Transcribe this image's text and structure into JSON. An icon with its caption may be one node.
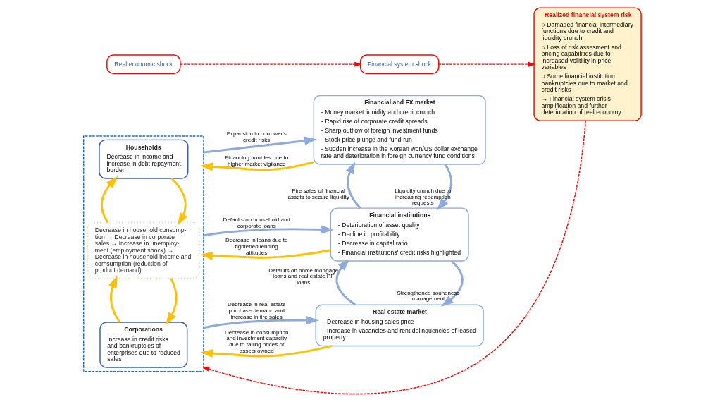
{
  "diagram": {
    "nodes": [
      {
        "text": [
          "Real economic shock"
        ]
      },
      {
        "text": [
          "Financial system shock"
        ]
      },
      {
        "text": [],
        "shape": "box"
      },
      {
        "text": [
          "Households",
          "Decrease in income and increase in debt repayment burden"
        ],
        "in": 2
      },
      {
        "text": [
          "Decrease in household consump- tion → Decrease in corporate sales → Increase in unemploy- ment (employment shock) → Decrease in household income and comsumption (reduction of product demand)"
        ],
        "in": 2
      },
      {
        "text": [
          "Corporations",
          "Increase in credit risks and bankruptcies of enterprises due to reduced sales"
        ],
        "in": 2
      },
      {
        "text": [
          "Financial and FX market",
          "- Money market liquidity and credit crunch",
          "- Rapid rise of corporate credit spreads",
          "- Sharp outflow of foreign investment funds",
          "- Stock price plunge and fund-run",
          "- Sudden increase in the Korean won/US dollar exchange rate and deterioration in foreign currency fund conditions"
        ]
      },
      {
        "text": [
          "Financial institutions",
          "- Deterioration of asset quality",
          "- Decline in profitability",
          "- Decrease in capital ratio",
          "- Financial institutions' credit risks highlighted"
        ]
      },
      {
        "text": [
          "Real estate market",
          "- Decrease in housing sales price",
          "- Increase in vacancies and rent delinquencies of leased property"
        ]
      },
      {
        "text": [
          "Realized financial system risk",
          "○ Damaged financial intermediary functions due to credit and liquidity crunch",
          "○ Loss of risk assesment and pricing capabilities due to increased volitility in price variables",
          "○ Some financial institution bankruptcies due to market and credit risks",
          "→ Financial system crisis amplification and further deterioration of real economy"
        ]
      }
    ],
    "edges": [
      {
        "from": 0,
        "to": 1,
        "arrow": "to",
        "style": "dashed",
        "color": "#ff0000"
      },
      {
        "from": 1,
        "to": 9,
        "arrow": "to",
        "style": "dashed",
        "color": "#ff0000"
      },
      {
        "from": 9,
        "to": 2,
        "arrow": "to",
        "style": "dashed",
        "color": "#ff0000"
      },
      {
        "from": 3,
        "to": 4,
        "arrow": "to",
        "color": "#ffc000"
      },
      {
        "from": 4,
        "to": 3,
        "arrow": "to",
        "color": "#ffc000"
      },
      {
        "from": 4,
        "to": 5,
        "arrow": "to",
        "color": "#ffc000"
      },
      {
        "from": 5,
        "to": 4,
        "arrow": "to",
        "color": "#ffc000"
      },
      {
        "from": 2,
        "to": 6,
        "arrow": "to",
        "color": "#8faadc",
        "label": "Expansion in borrower's credit risks"
      },
      {
        "from": 6,
        "to": 2,
        "arrow": "to",
        "color": "#ffc000",
        "label": "Financing troubles due to higher market vigilance"
      },
      {
        "from": 2,
        "to": 7,
        "arrow": "to",
        "color": "#8faadc",
        "label": "Defaults on household and corporate loans"
      },
      {
        "from": 7,
        "to": 2,
        "arrow": "to",
        "color": "#ffc000",
        "label": "Decrease in loans due to tightened lending attitudes"
      },
      {
        "from": 2,
        "to": 8,
        "arrow": "to",
        "color": "#8faadc",
        "label": "Decrease in real estate purchase demand and increase in fire sales"
      },
      {
        "from": 8,
        "to": 2,
        "arrow": "to",
        "color": "#ffc000",
        "label": "Decrease in consumption and investment capacity due to falling prices of assets owned"
      },
      {
        "from": 6,
        "to": 7,
        "arrow": "to",
        "color": "#8faadc",
        "label": "Liquidity crunch due to increasing redemption requests"
      },
      {
        "from": 7,
        "to": 6,
        "arrow": "to",
        "color": "#8faadc",
        "label": "Fire sales of financial assets to secure liquidity"
      },
      {
        "from": 7,
        "to": 8,
        "arrow": "to",
        "color": "#8faadc",
        "label": "Strengthened soundness management"
      },
      {
        "from": 8,
        "to": 7,
        "arrow": "to",
        "color": "#8faadc",
        "label": "Defaults on home mortgage loans and real estate PF loans"
      }
    ]
  }
}
